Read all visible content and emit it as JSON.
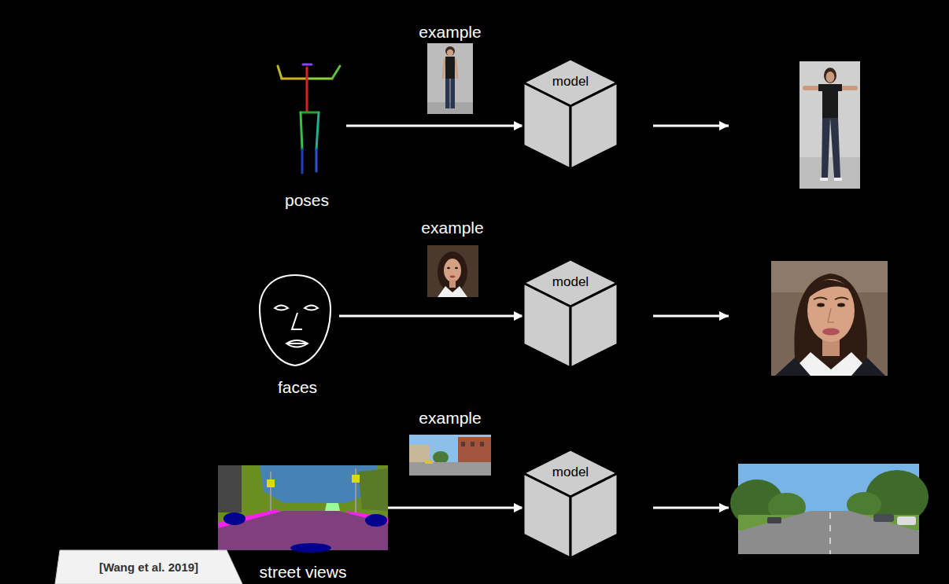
{
  "diagram": {
    "nodes": [
      {
        "text": [
          "poses"
        ]
      },
      {
        "text": [
          "model"
        ]
      },
      {
        "text": [
          "faces"
        ]
      },
      {
        "text": [
          "model"
        ]
      },
      {
        "text": [
          "street views"
        ]
      },
      {
        "text": [
          "model"
        ]
      },
      {
        "text": [
          "[Wang et al. 2019]"
        ]
      }
    ],
    "edges": [
      {
        "from": 0,
        "to": 1,
        "arrow": "to"
      },
      {
        "from": 2,
        "to": 3,
        "arrow": "to"
      },
      {
        "from": 4,
        "to": 5,
        "arrow": "to"
      }
    ],
    "labels": [
      "example",
      "example",
      "example"
    ]
  }
}
